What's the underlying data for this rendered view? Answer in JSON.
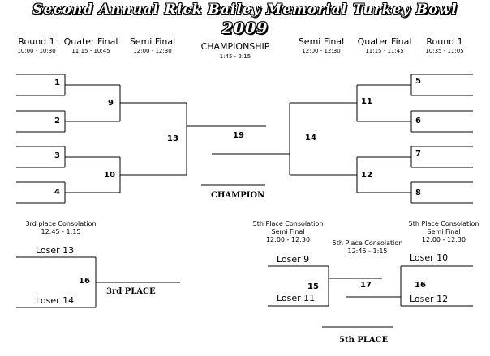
{
  "title": {
    "line1": "Second Annual Rick Bailey Memorial Turkey Bowl",
    "line2": "2009"
  },
  "headers": {
    "left_round1": {
      "label": "Round 1",
      "time": "10:00 - 10:30"
    },
    "left_quarter": {
      "label": "Quater Final",
      "time": "11:15 - 10:45"
    },
    "left_semi": {
      "label": "Semi Final",
      "time": "12:00 - 12:30"
    },
    "championship": {
      "label": "CHAMPIONSHIP",
      "time": "1:45 - 2:15"
    },
    "right_semi": {
      "label": "Semi Final",
      "time": "12:00 - 12:30"
    },
    "right_quarter": {
      "label": "Quater Final",
      "time": "11:15 - 11:45"
    },
    "right_round1": {
      "label": "Round 1",
      "time": "10:35 - 11:05"
    }
  },
  "games": {
    "g1": "1",
    "g2": "2",
    "g3": "3",
    "g4": "4",
    "g5": "5",
    "g6": "6",
    "g7": "7",
    "g8": "8",
    "g9": "9",
    "g10": "10",
    "g11": "11",
    "g12": "12",
    "g13": "13",
    "g14": "14",
    "g15": "15",
    "g16": "16",
    "g16b": "16",
    "g17": "17",
    "g19": "19"
  },
  "champion_label": "CHAMPION",
  "third": {
    "caption_line1": "3rd place Consolation",
    "caption_line2": "12:45 - 1:15",
    "team_a": "Loser 13",
    "team_b": "Loser 14",
    "place_label": "3rd PLACE"
  },
  "fifth": {
    "semi_left_line1": "5th Place Consolation",
    "semi_left_line2": "Semi Final",
    "semi_left_line3": "12:00 - 12:30",
    "final_line1": "5th Place Consolation",
    "final_line2": "12:45 - 1:15",
    "semi_right_line1": "5th Place Consolation",
    "semi_right_line2": "Semi Final",
    "semi_right_line3": "12:00 - 12:30",
    "loser9": "Loser 9",
    "loser11": "Loser 11",
    "loser10": "Loser 10",
    "loser12": "Loser 12",
    "place_label": "5th PLACE"
  }
}
